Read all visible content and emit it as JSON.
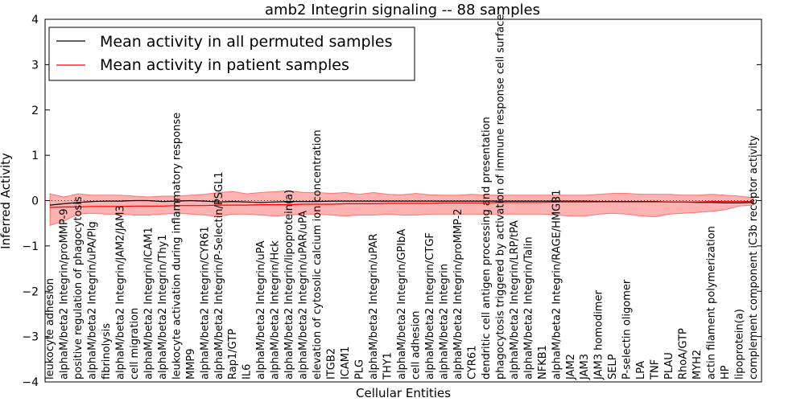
{
  "chart_data": {
    "type": "line",
    "title": "amb2 Integrin signaling -- 88 samples",
    "xlabel": "Cellular Entities",
    "ylabel": "Inferred Activity",
    "ylim": [
      -4,
      4
    ],
    "yticks": [
      -4,
      -3,
      -2,
      -1,
      0,
      1,
      2,
      3,
      4
    ],
    "grid": false,
    "zero_line": "dotted",
    "legend": "top-left",
    "colors": {
      "permuted": "#000000",
      "patient": "#ff0000",
      "band": "#ff0000"
    },
    "categories": [
      "leukocyte adhesion",
      "alphaM/beta2 Integrin/proMMP-9",
      "positive regulation of phagocytosis",
      "alphaM/beta2 Integrin/uPA/Plg",
      "fibrinolysis",
      "alphaM/beta2 Integrin/JAM2/JAM3",
      "cell migration",
      "alphaM/beta2 Integrin/ICAM1",
      "alphaM/beta2 Integrin/Thy1",
      "leukocyte activation during inflammatory response",
      "MMP9",
      "alphaM/beta2 Integrin/CYR61",
      "alphaM/beta2 Integrin/P-Selectin/PSGL1",
      "Rap1/GTP",
      "IL6",
      "alphaM/beta2 Integrin/uPA",
      "alphaM/beta2 Integrin/Hck",
      "alphaM/beta2 Integrin/lipoprotein(a)",
      "alphaM/beta2 Integrin/uPAR/uPA",
      "elevation of cytosolic calcium ion concentration",
      "ITGB2",
      "ICAM1",
      "PLG",
      "alphaM/beta2 Integrin/uPAR",
      "THY1",
      "alphaM/beta2 Integrin/GPIbA",
      "cell adhesion",
      "alphaM/beta2 Integrin/CTGF",
      "alphaM/beta2 Integrin",
      "alphaM/beta2 Integrin/proMMP-2",
      "CYR61",
      "dendritic cell antigen processing and presentation",
      "phagocytosis triggered by activation of immune response cell surface",
      "alphaM/beta2 Integrin/LRP/tPA",
      "alphaM/beta2 Integrin/Talin",
      "NFKB1",
      "alphaM/beta2 Integrin/RAGE/HMGB1",
      "JAM2",
      "JAM3",
      "JAM3 homodimer",
      "SELP",
      "P-selectin oligomer",
      "LPA",
      "TNF",
      "PLAU",
      "RhoA/GTP",
      "MYH2",
      "actin filament polymerization",
      "HP",
      "lipoprotein(a)",
      "complement component iC3b receptor activity"
    ],
    "series": [
      {
        "name": "Mean activity in all permuted samples",
        "values": [
          -0.1,
          -0.07,
          -0.04,
          -0.02,
          -0.01,
          -0.01,
          0,
          0,
          -0.02,
          -0.01,
          0,
          -0.01,
          -0.03,
          -0.02,
          -0.03,
          -0.04,
          -0.03,
          -0.02,
          -0.02,
          -0.02,
          -0.01,
          -0.01,
          -0.01,
          -0.01,
          -0.01,
          -0.01,
          -0.01,
          -0.01,
          -0.01,
          -0.01,
          -0.01,
          -0.01,
          -0.01,
          -0.01,
          -0.01,
          -0.01,
          -0.01,
          -0.01,
          -0.01,
          -0.02,
          -0.02,
          -0.02,
          -0.02,
          -0.02,
          -0.03,
          -0.03,
          -0.04,
          -0.04,
          -0.05,
          -0.05,
          -0.04
        ]
      },
      {
        "name": "Mean activity in patient samples",
        "values": [
          -0.15,
          -0.14,
          -0.14,
          -0.13,
          -0.13,
          -0.13,
          -0.12,
          -0.12,
          -0.12,
          -0.11,
          -0.11,
          -0.11,
          -0.1,
          -0.1,
          -0.1,
          -0.09,
          -0.09,
          -0.09,
          -0.08,
          -0.08,
          -0.08,
          -0.07,
          -0.07,
          -0.07,
          -0.06,
          -0.06,
          -0.06,
          -0.06,
          -0.05,
          -0.05,
          -0.05,
          -0.05,
          -0.04,
          -0.04,
          -0.04,
          -0.04,
          -0.03,
          -0.03,
          -0.03,
          -0.03,
          -0.03,
          -0.03,
          -0.03,
          -0.03,
          -0.03,
          -0.03,
          -0.03,
          -0.02,
          -0.02,
          -0.02,
          -0.02
        ]
      }
    ],
    "band_upper": [
      0.15,
      0.08,
      0.15,
      0.12,
      0.12,
      0.12,
      0.1,
      0.08,
      0.1,
      0.1,
      0.12,
      0.14,
      0.18,
      0.2,
      0.15,
      0.18,
      0.2,
      0.22,
      0.18,
      0.18,
      0.16,
      0.18,
      0.14,
      0.18,
      0.14,
      0.13,
      0.16,
      0.13,
      0.12,
      0.12,
      0.14,
      0.12,
      0.12,
      0.12,
      0.12,
      0.12,
      0.12,
      0.12,
      0.12,
      0.14,
      0.16,
      0.16,
      0.14,
      0.14,
      0.14,
      0.12,
      0.12,
      0.14,
      0.12,
      0.1,
      0.06
    ],
    "band_lower": [
      -0.55,
      -0.45,
      -0.3,
      -0.28,
      -0.3,
      -0.3,
      -0.32,
      -0.32,
      -0.3,
      -0.28,
      -0.3,
      -0.32,
      -0.35,
      -0.3,
      -0.3,
      -0.32,
      -0.34,
      -0.32,
      -0.3,
      -0.3,
      -0.32,
      -0.34,
      -0.32,
      -0.32,
      -0.3,
      -0.32,
      -0.32,
      -0.3,
      -0.3,
      -0.3,
      -0.3,
      -0.3,
      -0.3,
      -0.3,
      -0.3,
      -0.3,
      -0.32,
      -0.34,
      -0.34,
      -0.3,
      -0.28,
      -0.3,
      -0.34,
      -0.36,
      -0.3,
      -0.28,
      -0.26,
      -0.24,
      -0.2,
      -0.12,
      -0.1
    ]
  }
}
